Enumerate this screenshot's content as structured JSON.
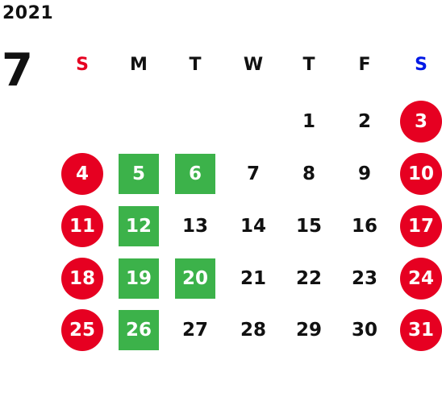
{
  "year": "2021",
  "month": "7",
  "colors": {
    "sunday_label": "#e60021",
    "saturday_label": "#0019e6",
    "holiday_circle": "#e60021",
    "highlight_square": "#3cb24a",
    "text": "#111111"
  },
  "weekdays": [
    "S",
    "M",
    "T",
    "W",
    "T",
    "F",
    "S"
  ],
  "weeks": [
    [
      {
        "label": "",
        "style": "empty"
      },
      {
        "label": "",
        "style": "empty"
      },
      {
        "label": "",
        "style": "empty"
      },
      {
        "label": "",
        "style": "empty"
      },
      {
        "label": "1",
        "style": "plain"
      },
      {
        "label": "2",
        "style": "plain"
      },
      {
        "label": "3",
        "style": "holiday"
      }
    ],
    [
      {
        "label": "4",
        "style": "holiday"
      },
      {
        "label": "5",
        "style": "green"
      },
      {
        "label": "6",
        "style": "green"
      },
      {
        "label": "7",
        "style": "plain"
      },
      {
        "label": "8",
        "style": "plain"
      },
      {
        "label": "9",
        "style": "plain"
      },
      {
        "label": "10",
        "style": "holiday"
      }
    ],
    [
      {
        "label": "11",
        "style": "holiday"
      },
      {
        "label": "12",
        "style": "green"
      },
      {
        "label": "13",
        "style": "plain"
      },
      {
        "label": "14",
        "style": "plain"
      },
      {
        "label": "15",
        "style": "plain"
      },
      {
        "label": "16",
        "style": "plain"
      },
      {
        "label": "17",
        "style": "holiday"
      }
    ],
    [
      {
        "label": "18",
        "style": "holiday"
      },
      {
        "label": "19",
        "style": "green"
      },
      {
        "label": "20",
        "style": "green"
      },
      {
        "label": "21",
        "style": "plain"
      },
      {
        "label": "22",
        "style": "plain"
      },
      {
        "label": "23",
        "style": "plain"
      },
      {
        "label": "24",
        "style": "holiday"
      }
    ],
    [
      {
        "label": "25",
        "style": "holiday"
      },
      {
        "label": "26",
        "style": "green"
      },
      {
        "label": "27",
        "style": "plain"
      },
      {
        "label": "28",
        "style": "plain"
      },
      {
        "label": "29",
        "style": "plain"
      },
      {
        "label": "30",
        "style": "plain"
      },
      {
        "label": "31",
        "style": "holiday"
      }
    ]
  ]
}
